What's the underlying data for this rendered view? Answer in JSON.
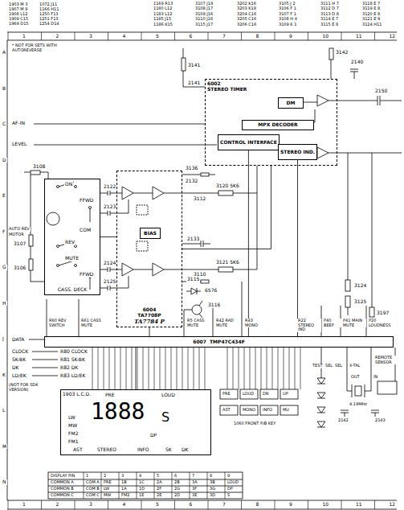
{
  "diagram": {
    "nodes": [
      {
        "text": [
          "6002",
          "STEREO TIMER"
        ]
      },
      {
        "text": [
          "DM"
        ],
        "in": 0
      },
      {
        "text": [
          "MPX DECODER"
        ],
        "in": 0
      },
      {
        "text": [
          "CONTROL INTERFACE"
        ],
        "in": 0
      },
      {
        "text": [
          "STEREO IND."
        ],
        "in": 0
      },
      {
        "text": [
          "CASS. DECK"
        ]
      },
      {
        "text": [
          "6004",
          "TA7708P",
          "TA7784 P"
        ]
      },
      {
        "text": [
          "BIAS"
        ],
        "in": 6
      },
      {
        "text": [
          "6007",
          "TMP47C434F"
        ]
      },
      {
        "text": [
          "1903 L.C.D."
        ]
      }
    ],
    "edges": [
      {
        "from": 5,
        "to": 6,
        "arrow": "none"
      },
      {
        "from": 6,
        "to": 0,
        "arrow": "none"
      },
      {
        "from": 3,
        "to": 8,
        "arrow": "none"
      },
      {
        "from": 4,
        "to": 8,
        "arrow": "none"
      },
      {
        "from": 6,
        "to": 8,
        "arrow": "none"
      },
      {
        "from": 8,
        "to": 9,
        "arrow": "none"
      }
    ],
    "labels": [
      "1169 R13",
      "3107 J19",
      "3202 K16",
      "3105 J 2",
      "3111 H 7",
      "3118 E 7",
      "1180 L12",
      "3108 J17",
      "3203 K18",
      "3106 F 1",
      "3112 D 7",
      "3119 E 8",
      "1183 L12",
      "3109 J16",
      "3204 C16",
      "3107 F 1",
      "3113 D 8",
      "3120 E 8",
      "1185 J15",
      "3110 J16",
      "3205 C16",
      "3108 H 4",
      "3114 E 7",
      "3121 E 9",
      "1186 K15",
      "3115 J17",
      "3206 C16",
      "3109 K 1",
      "3115 E 8",
      "3124 H11",
      "1",
      "2",
      "3",
      "4",
      "5",
      "6",
      "7",
      "8",
      "9",
      "10",
      "11",
      "12",
      "1",
      "2",
      "3",
      "4",
      "5",
      "6",
      "7",
      "8",
      "9",
      "10",
      "11",
      "12",
      "A",
      "B",
      "C",
      "D",
      "E",
      "F",
      "G",
      "H",
      "J",
      "K",
      "L",
      "M",
      "N",
      "DISPLAY PIN",
      "1",
      "2",
      "3",
      "4",
      "5",
      "6",
      "7",
      "8",
      "9",
      "COMMON A",
      "COM A",
      "PRE",
      "1B",
      "1C",
      "2A",
      "2B",
      "3A",
      "3B",
      "LOUD",
      "COMMON B",
      "COM B",
      "LW",
      "1A",
      "1D",
      "2F",
      "2G",
      "3F",
      "3G",
      "DP",
      "COMMON C",
      "COM C",
      "MW",
      "FM2",
      "1E",
      "2E",
      "2D",
      "3E",
      "3D",
      "S",
      "1903 M 3",
      "1907 M 8",
      "1908 L12",
      "1909 C15",
      "1969 D15",
      "1072 J11",
      "1166 H11",
      "1250 F13",
      "1251 F13",
      "1254 D14",
      "* NOT FOR SETS WITH AUTOREVERSE",
      "AF-IN",
      "LEVEL",
      "ON",
      "FFWD",
      "COM",
      "REV",
      "MUTE",
      "FFWD",
      "AUTO REV",
      "MOTOR",
      "3108",
      "3107",
      "3106",
      "2122",
      "2123",
      "2124",
      "2125",
      "3141",
      "2141",
      "3142",
      "2140",
      "2150",
      "3136",
      "2132",
      "3112",
      "3120 5K6",
      "2133",
      "3110",
      "3121 5K6",
      "6576",
      "3115",
      "3116",
      "3124",
      "3125",
      "3197",
      "R60 REV SWITCH",
      "R61 CASS MUTE",
      "R5 CASS MUTE",
      "R42 RAD MUTE",
      "R43 MONO",
      "R22 STEREO IND",
      "P40 BEEP",
      "P41 MAIN MUTE",
      "P20 LOUDNESS",
      "DATA",
      "CLOCK",
      "SK-BK",
      "DK",
      "LD/EK",
      "(NOT FOR SDK VERSION)",
      "R80 CLOCK",
      "R81 SK-BK",
      "R82 DK",
      "R83 LD/EK",
      "PRE",
      "LOUD",
      "LW",
      "MW",
      "FM2",
      "FM1",
      "1888",
      "S",
      "DP",
      "AST",
      "STEREO",
      "INFO",
      "SK",
      "DK",
      "PRE",
      "LOUD",
      "DN",
      "UP",
      "AST",
      "MONO",
      "INFO",
      "MU",
      "1060 FRONT P/B KEY",
      "TEST",
      "SEL",
      "SEL",
      "X-TAL",
      "OUT",
      "IN",
      "REMOTE SENSOR",
      "4.19MHz",
      "2142",
      "2143"
    ]
  }
}
